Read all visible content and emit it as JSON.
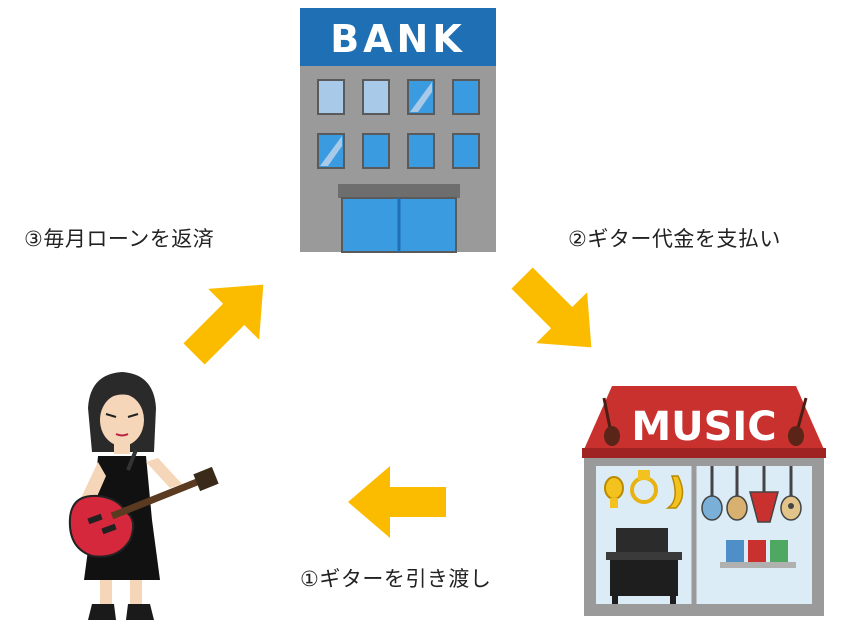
{
  "bank": {
    "sign": "BANK"
  },
  "store": {
    "sign": "MUSIC"
  },
  "steps": {
    "step1": "①ギターを引き渡し",
    "step2": "②ギター代金を支払い",
    "step3": "③毎月ローンを返済"
  },
  "colors": {
    "arrow": "#fbbc00",
    "bank_band": "#1f6fb4",
    "bank_body": "#9a9a9a",
    "window": "#3b9be0",
    "awning": "#c9312f",
    "guitar": "#d6283c"
  }
}
